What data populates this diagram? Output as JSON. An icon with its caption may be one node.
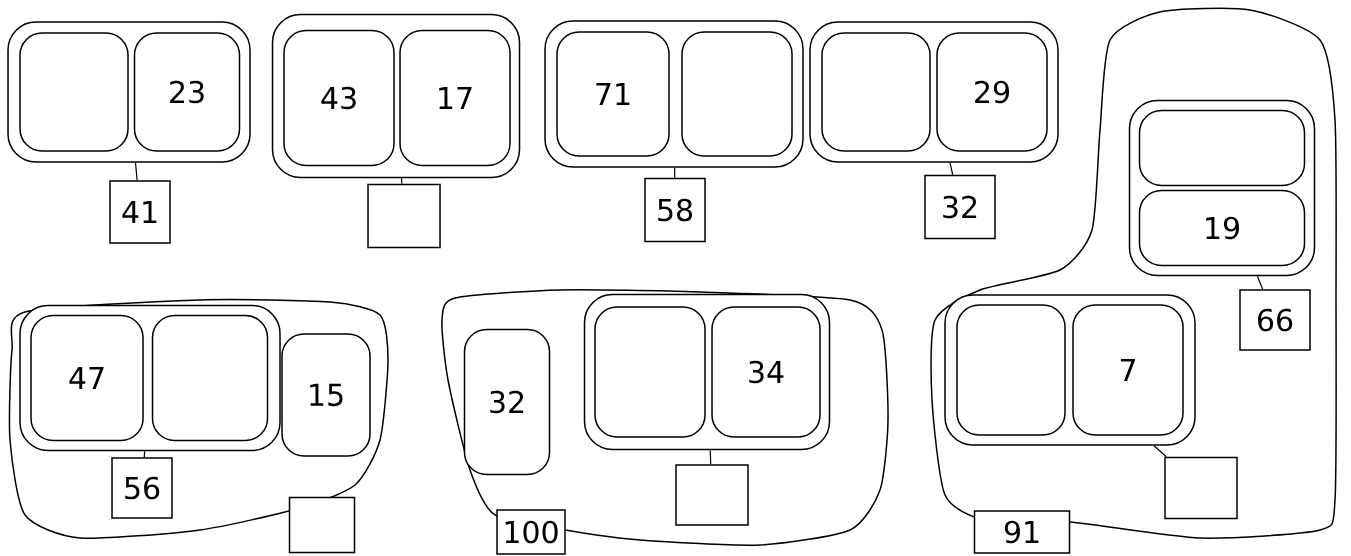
{
  "diagram": {
    "nodes": [
      {
        "text": [],
        "shape": "box"
      },
      {
        "text": [],
        "shape": "box",
        "in": 0
      },
      {
        "text": [
          "23"
        ],
        "in": 0
      },
      {
        "text": [
          "41"
        ]
      },
      {
        "text": [],
        "shape": "box"
      },
      {
        "text": [
          "43"
        ],
        "in": 4
      },
      {
        "text": [
          "17"
        ],
        "in": 4
      },
      {
        "text": [],
        "shape": "box"
      },
      {
        "text": [],
        "shape": "box"
      },
      {
        "text": [
          "71"
        ],
        "in": 8
      },
      {
        "text": [],
        "shape": "box",
        "in": 8
      },
      {
        "text": [
          "58"
        ]
      },
      {
        "text": [],
        "shape": "box"
      },
      {
        "text": [],
        "shape": "box",
        "in": 12
      },
      {
        "text": [
          "29"
        ],
        "in": 12
      },
      {
        "text": [
          "32"
        ]
      },
      {
        "text": [],
        "shape": "box"
      },
      {
        "text": [],
        "shape": "box",
        "in": 16
      },
      {
        "text": [],
        "shape": "box",
        "in": 17
      },
      {
        "text": [
          "19"
        ],
        "in": 17
      },
      {
        "text": [
          "66"
        ],
        "in": 16
      },
      {
        "text": [],
        "shape": "box",
        "in": 16
      },
      {
        "text": [],
        "shape": "box",
        "in": 21
      },
      {
        "text": [
          "7"
        ],
        "in": 21
      },
      {
        "text": [],
        "shape": "box",
        "in": 16
      },
      {
        "text": [
          "91"
        ]
      },
      {
        "text": [],
        "shape": "box"
      },
      {
        "text": [],
        "shape": "box",
        "in": 26
      },
      {
        "text": [
          "47"
        ],
        "in": 27
      },
      {
        "text": [],
        "shape": "box",
        "in": 27
      },
      {
        "text": [
          "15"
        ],
        "in": 26
      },
      {
        "text": [
          "56"
        ],
        "in": 26
      },
      {
        "text": [],
        "shape": "box"
      },
      {
        "text": [],
        "shape": "box"
      },
      {
        "text": [
          "32"
        ],
        "in": 33
      },
      {
        "text": [],
        "shape": "box",
        "in": 33
      },
      {
        "text": [],
        "shape": "box",
        "in": 35
      },
      {
        "text": [
          "34"
        ],
        "in": 35
      },
      {
        "text": [],
        "shape": "box",
        "in": 33
      },
      {
        "text": [
          "100"
        ]
      }
    ],
    "edges": [
      {
        "from": 0,
        "to": 3,
        "arrow": "none"
      },
      {
        "from": 4,
        "to": 7,
        "arrow": "none"
      },
      {
        "from": 8,
        "to": 11,
        "arrow": "none"
      },
      {
        "from": 12,
        "to": 15,
        "arrow": "none"
      },
      {
        "from": 17,
        "to": 20,
        "arrow": "none"
      },
      {
        "from": 21,
        "to": 24,
        "arrow": "none"
      },
      {
        "from": 27,
        "to": 31,
        "arrow": "none"
      },
      {
        "from": 35,
        "to": 38,
        "arrow": "none"
      }
    ]
  }
}
